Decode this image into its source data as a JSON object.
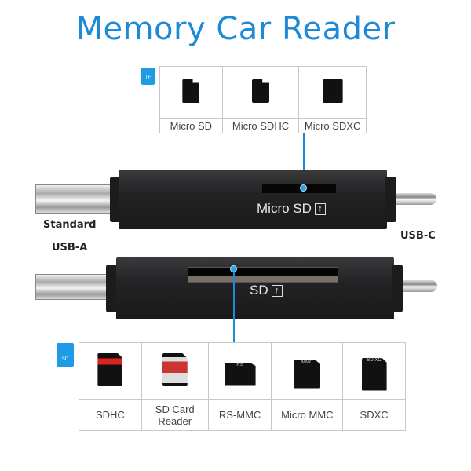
{
  "title": "Memory Car Reader",
  "accent_color": "#1c8ad6",
  "tf_section": {
    "icon_label": "TF",
    "cards": [
      {
        "label": "Micro SD"
      },
      {
        "label": "Micro SDHC"
      },
      {
        "label": "Micro SDXC"
      }
    ]
  },
  "sd_section": {
    "icon_label": "SD",
    "cards": [
      {
        "label": "SDHC"
      },
      {
        "label": "SD Card Reader"
      },
      {
        "label": "RS-MMC"
      },
      {
        "label": "Micro MMC"
      },
      {
        "label": "SDXC"
      }
    ]
  },
  "device": {
    "left_label_line1": "Standard",
    "left_label_line2": "USB-A",
    "right_label": "USB-C",
    "micro_slot_label": "Micro SD",
    "sd_slot_label": "SD",
    "insert_icon": "arrow-up-icon"
  }
}
